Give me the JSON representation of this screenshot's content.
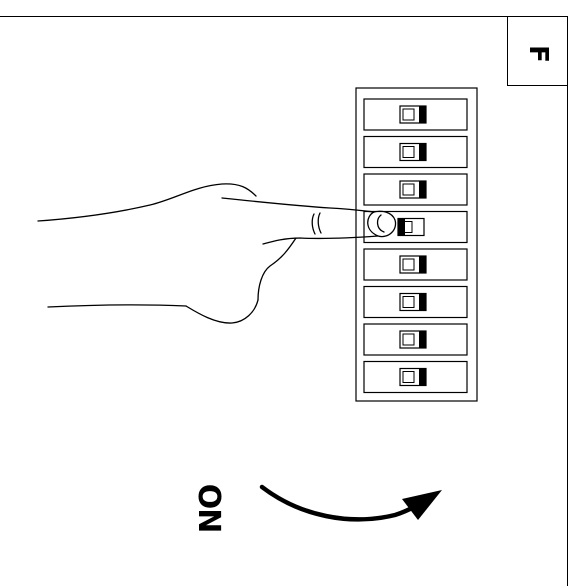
{
  "step_label": "F",
  "direction_label": "ON",
  "dip_switch": {
    "count": 8,
    "pressed_index": 3,
    "positions": [
      "right",
      "right",
      "right",
      "left",
      "right",
      "right",
      "right",
      "right"
    ]
  },
  "colors": {
    "line": "#000000",
    "background": "#ffffff"
  },
  "icons": {
    "hand": "pointing-hand-icon",
    "arrow": "curved-arrow-icon"
  }
}
